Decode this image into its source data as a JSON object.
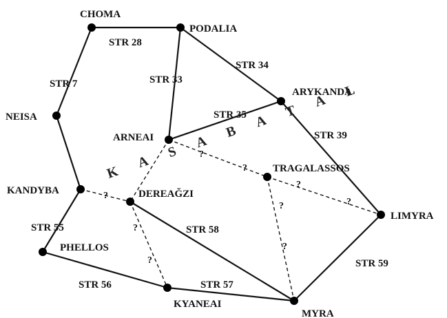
{
  "cities": {
    "choma": "CHOMA",
    "podalia": "PODALIA",
    "arykanda": "ARYKANDA",
    "neisa": "NEISA",
    "arneai": "ARNEAI",
    "tragalassos": "TRAGALASSOS",
    "kandyba": "KANDYBA",
    "dereagzi": "DEREAĞZI",
    "limyra": "LIMYRA",
    "phellos": "PHELLOS",
    "kyaneai": "KYANEAI",
    "myra": "MYRA"
  },
  "roads": {
    "str28": "STR 28",
    "str34": "STR 34",
    "str7": "STR 7",
    "str33": "STR 33",
    "str35": "STR 35",
    "str39": "STR 39",
    "str55": "STR 55",
    "str58": "STR 58",
    "str59": "STR 59",
    "str56": "STR 56",
    "str57": "STR 57"
  },
  "uncertain_mark": "?",
  "valley_label": "K A S A B A   T A L"
}
